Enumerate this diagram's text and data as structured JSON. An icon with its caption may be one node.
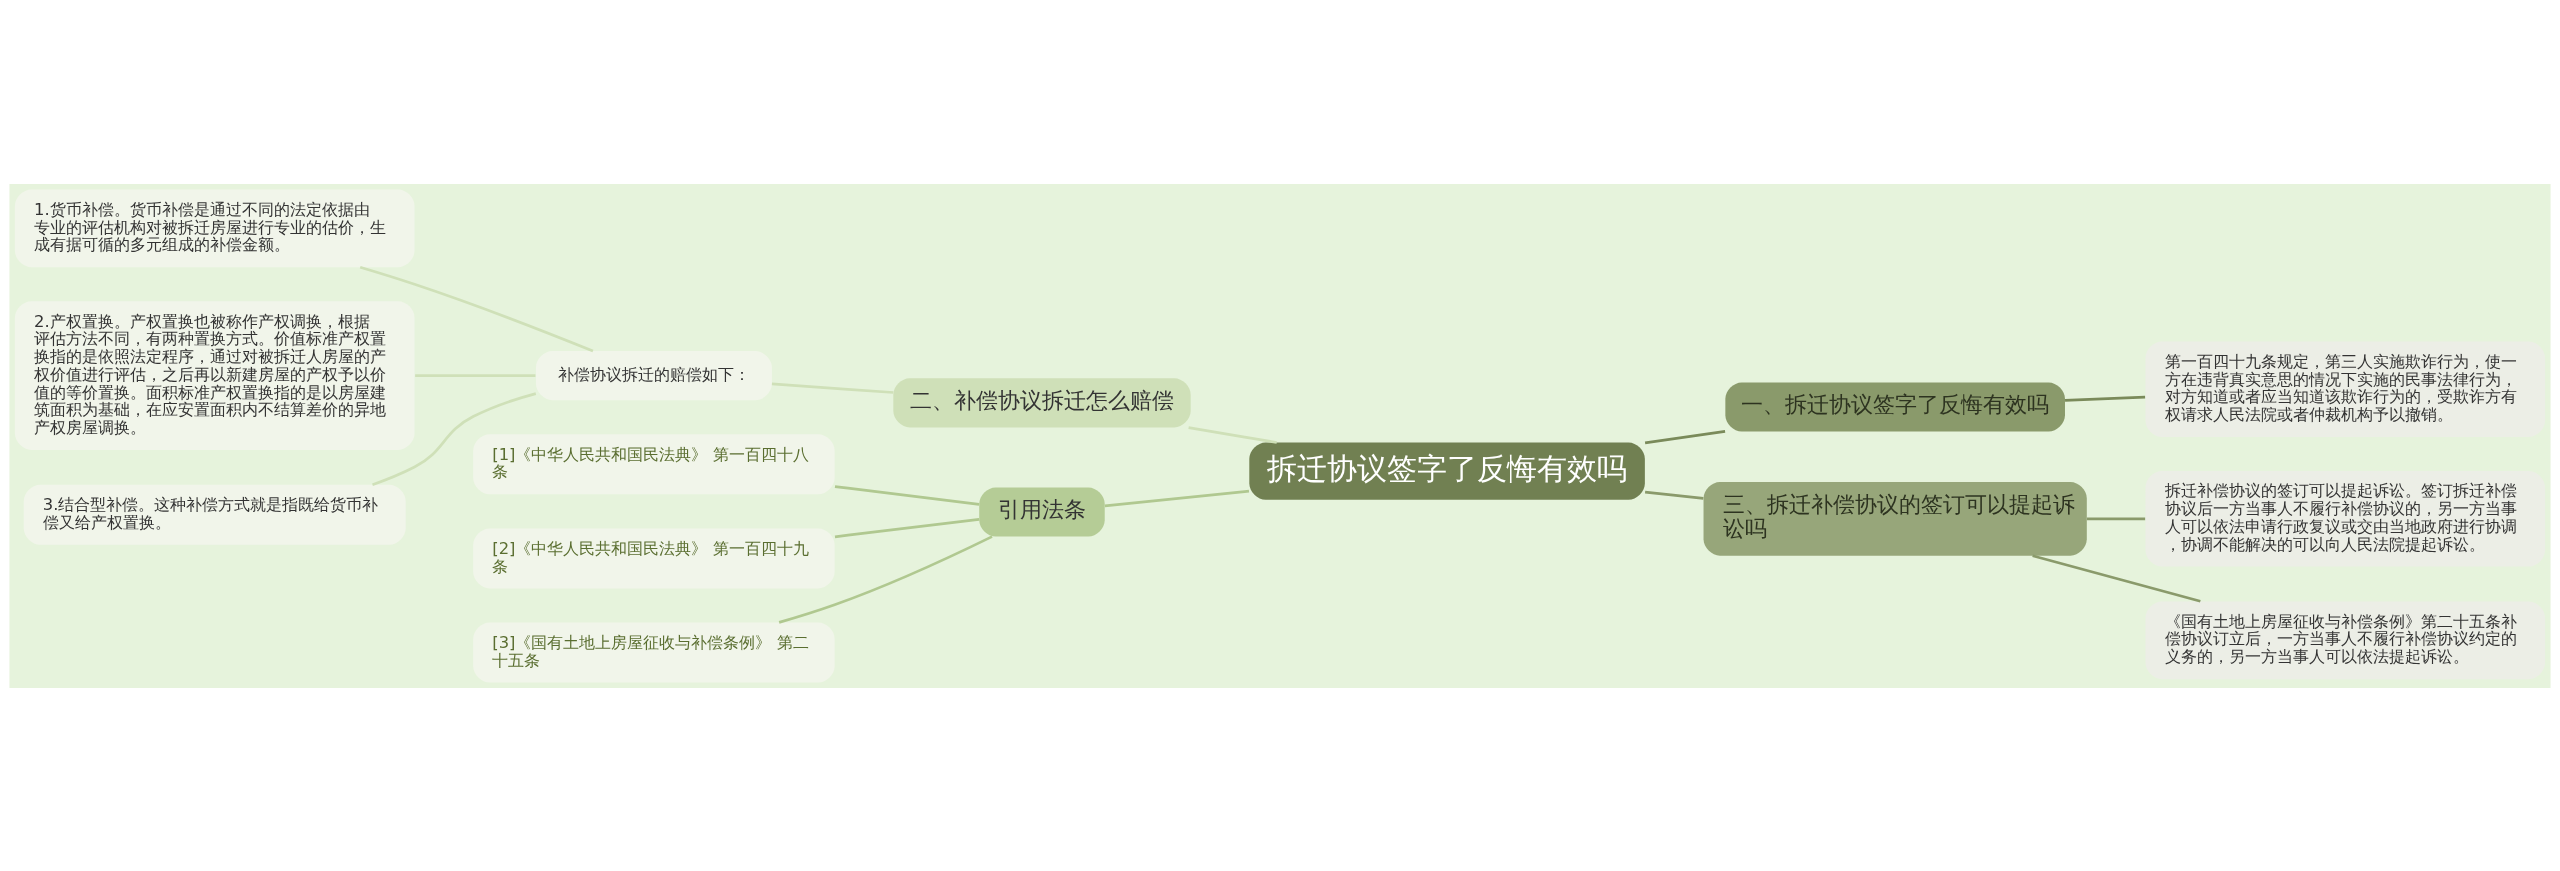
{
  "diagram": {
    "nodes": [
      {
        "text": [
          "拆迁协议签字了反悔有效吗"
        ]
      },
      {
        "text": [
          "一、拆迁协议签字了反悔有效吗"
        ]
      },
      {
        "text": [
          "第一百四十九条规定，第三人实施欺诈行为，使一方在违背真实意思的情况下实施的民事法律行为，对方知道或者应当知道该欺诈行为的，受欺诈方有权请求人民法院或者仲裁机构予以撤销。"
        ]
      },
      {
        "text": [
          "三、拆迁补偿协议的签订可以提起诉讼吗"
        ]
      },
      {
        "text": [
          "拆迁补偿协议的签订可以提起诉讼。签订拆迁补偿协议后一方当事人不履行补偿协议的，另一方当事人可以依法申请行政复议或交由当地政府进行协调，协调不能解决的可以向人民法院提起诉讼。"
        ]
      },
      {
        "text": [
          "《国有土地上房屋征收与补偿条例》第二十五条补偿协议订立后，一方当事人不履行补偿协议约定的义务的，另一方当事人可以依法提起诉讼。"
        ]
      },
      {
        "text": [
          "二、补偿协议拆迁怎么赔偿"
        ]
      },
      {
        "text": [
          "补偿协议拆迁的赔偿如下："
        ]
      },
      {
        "text": [
          "1.货币补偿。货币补偿是通过不同的法定依据由专业的评估机构对被拆迁房屋进行专业的估价，生成有据可循的多元组成的补偿金额。"
        ]
      },
      {
        "text": [
          "2.产权置换。产权置换也被称作产权调换，根据评估方法不同，有两种置换方式。价值标准产权置换指的是依照法定程序，通过对被拆迁人房屋的产权价值进行评估，之后再以新建房屋的产权予以价值的等价置换。面积标准产权置换指的是以房屋建筑面积为基础，在应安置面积内不结算差价的异地产权房屋调换。"
        ]
      },
      {
        "text": [
          "3.结合型补偿。这种补偿方式就是指既给货币补偿又给产权置换。"
        ]
      },
      {
        "text": [
          "引用法条"
        ]
      },
      {
        "text": [
          "[1]《中华人民共和国民法典》 第一百四十八条"
        ]
      },
      {
        "text": [
          "[2]《中华人民共和国民法典》 第一百四十九条"
        ]
      },
      {
        "text": [
          "[3]《国有土地上房屋征收与补偿条例》 第二十五条"
        ]
      }
    ],
    "edges": [
      {
        "from": 0,
        "to": 1,
        "arrow": "none",
        "color": "#7a8a5a"
      },
      {
        "from": 1,
        "to": 2,
        "arrow": "none",
        "color": "#7a8a5a"
      },
      {
        "from": 0,
        "to": 3,
        "arrow": "none",
        "color": "#8a9a6b"
      },
      {
        "from": 3,
        "to": 4,
        "arrow": "none",
        "color": "#8a9a6b"
      },
      {
        "from": 3,
        "to": 5,
        "arrow": "none",
        "color": "#8a9a6b"
      },
      {
        "from": 6,
        "to": 0,
        "arrow": "none",
        "color": "#cfe0b8"
      },
      {
        "from": 7,
        "to": 6,
        "arrow": "none",
        "color": "#cfe0b8"
      },
      {
        "from": 8,
        "to": 7,
        "arrow": "none",
        "color": "#cfe0b8"
      },
      {
        "from": 9,
        "to": 7,
        "arrow": "none",
        "color": "#cfe0b8"
      },
      {
        "from": 10,
        "to": 7,
        "arrow": "none",
        "color": "#cfe0b8"
      },
      {
        "from": 11,
        "to": 0,
        "arrow": "none",
        "color": "#b0c890"
      },
      {
        "from": 12,
        "to": 11,
        "arrow": "none",
        "color": "#b0c890"
      },
      {
        "from": 13,
        "to": 11,
        "arrow": "none",
        "color": "#b0c890"
      },
      {
        "from": 14,
        "to": 11,
        "arrow": "none",
        "color": "#b0c890"
      }
    ]
  }
}
